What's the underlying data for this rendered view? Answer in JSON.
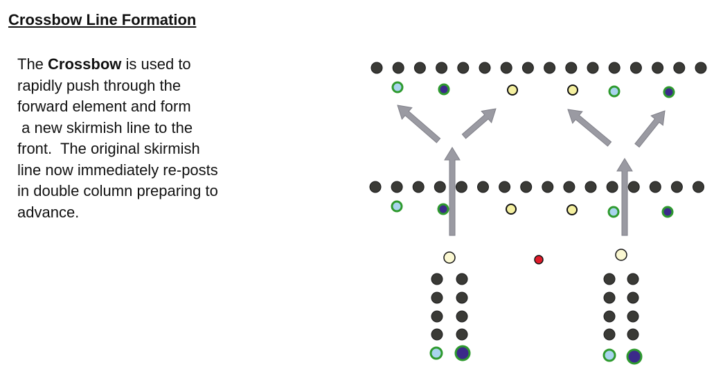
{
  "title": "Crossbow Line Formation",
  "paragraph": {
    "line1_pre": "The ",
    "line1_bold": "Crossbow",
    "line1_post": " is used to",
    "lines": [
      "rapidly push through the",
      "forward element and form",
      " a new skirmish line to the",
      "front.  The original skirmish",
      "line now immediately re-posts",
      "in double column preparing to",
      "advance."
    ]
  },
  "colors": {
    "soldier": "#3a3a36",
    "light_blue": "#a9d4ee",
    "navy": "#3b2a8a",
    "green_ring": "#2e9a2e",
    "yellow": "#f5f0a0",
    "pale_yellow": "#fbf8d2",
    "red": "#e01b2a",
    "arrow": "#9a9aa2"
  }
}
